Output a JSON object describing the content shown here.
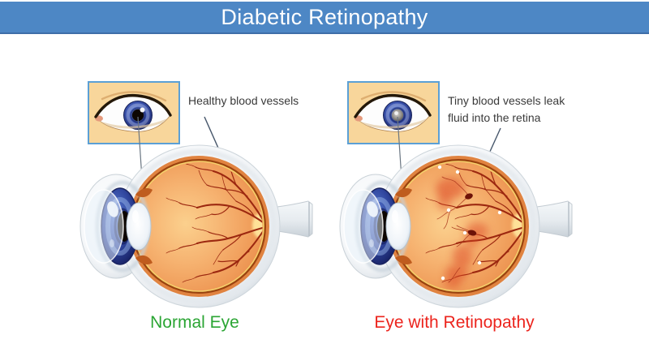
{
  "header": {
    "title": "Diabetic Retinopathy"
  },
  "panels": {
    "normal": {
      "annotation": "Healthy blood vessels",
      "caption": "Normal Eye"
    },
    "retinopathy": {
      "annotation": "Tiny blood vessels leak fluid into the retina",
      "caption": "Eye with Retinopathy"
    }
  },
  "colors": {
    "header_bg": "#4d87c5",
    "header_border": "#3e6ea8",
    "header_text": "#ffffff",
    "caption_normal": "#2ba534",
    "caption_retinopathy": "#ec241d",
    "annotation_text": "#3a3a3a",
    "inset_bg": "#f8d69b",
    "inset_border": "#5ba0d6",
    "sclera": "#f2f5f8",
    "interior_orange": "#f3a763",
    "vessel_red": "#9c2810",
    "leak_red": "#dd4a26",
    "iris_blue": "#2c3f9e"
  }
}
